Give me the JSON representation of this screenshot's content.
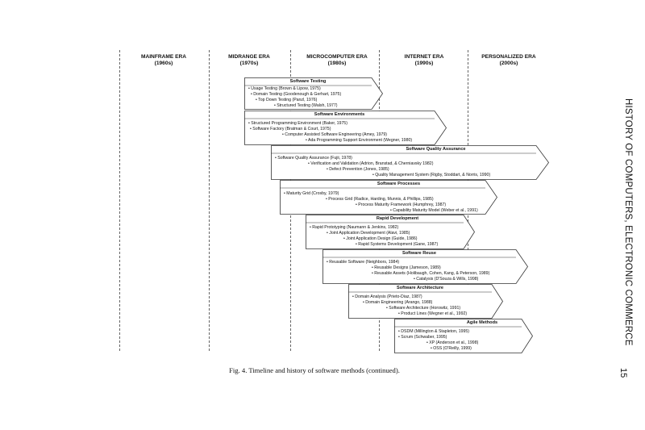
{
  "eras": [
    {
      "name": "MAINFRAME ERA",
      "period": "(1960s)"
    },
    {
      "name": "MIDRANGE ERA",
      "period": "(1970s)"
    },
    {
      "name": "MICROCOMPUTER ERA",
      "period": "(1980s)"
    },
    {
      "name": "INTERNET ERA",
      "period": "(1990s)"
    },
    {
      "name": "PERSONALIZED ERA",
      "period": "(2000s)"
    }
  ],
  "methods": [
    {
      "title": "Software Testing",
      "items": [
        "Usage Testing (Brown & Lipow, 1975)",
        "Domain Testing (Goodenough & Gerhart, 1975)",
        "Top Down Testing (Panzl, 1976)",
        "Structured Testing (Walsh, 1977)"
      ]
    },
    {
      "title": "Software Environments",
      "items": [
        "Structured Programming Environment (Baker, 1975)",
        "Software Factory (Bratman & Court, 1975)",
        "Computer Assisted Software Engineering (Amey, 1979)",
        "Ada Programming Support Environment (Wegner, 1980)"
      ]
    },
    {
      "title": "Software Quality Assurance",
      "items": [
        "Software Quality Assurance (Fujii, 1978)",
        "Verification and Validation (Adrion, Branstad, & Cherniavsky 1982)",
        "Defect Prevention (Jones, 1985)",
        "Quality Management System (Rigby, Stoddart, & Norris, 1990)"
      ]
    },
    {
      "title": "Software Processes",
      "items": [
        "Maturity Grid (Crosby, 1979)",
        "Process Grid (Radice, Harding, Munnis, & Phillips, 1985)",
        "Process Maturity Framework (Humphrey, 1987)",
        "Capability Maturity Model (Weber et al., 1991)"
      ]
    },
    {
      "title": "Rapid Development",
      "items": [
        "Rapid Prototyping (Naumann & Jenkins, 1982)",
        "Joint Application Development (Alavi, 1985)",
        "Joint Application Design (Guide, 1986)",
        "Rapid Systems Development (Gane, 1987)"
      ]
    },
    {
      "title": "Software Reuse",
      "items": [
        "Reusable Software (Neighbors, 1984)",
        "Reusable Designs (Jameson, 1989)",
        "Reusable Assets (Holibaugh, Cohen, Kang, & Peterson, 1989)",
        "Catalysis (D'Souza & Wills, 1998)"
      ]
    },
    {
      "title": "Software Architecture",
      "items": [
        "Domain Analysis (Prieto-Diaz, 1987)",
        "Domain Engineering (Arango, 1988)",
        "Software Architecture (Horowitz, 1991)",
        "Product Lines (Wegner et al., 1992)"
      ]
    },
    {
      "title": "Agile Methods",
      "items": [
        "DSDM (Millington & Stapleton, 1995)",
        "Scrum (Schwaber, 1995)",
        "XP (Anderson et al., 1998)",
        "OSS (O'Reilly, 1999)"
      ]
    }
  ],
  "caption": "Fig. 4.  Timeline and history of software methods (continued).",
  "side_title": "HISTORY OF COMPUTERS, ELECTRONIC COMMERCE",
  "page_number": "15"
}
